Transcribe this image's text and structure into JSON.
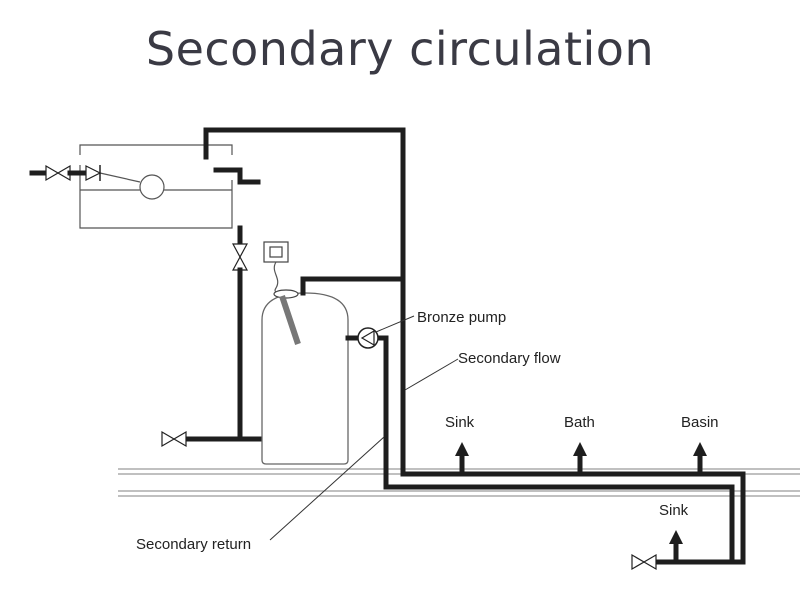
{
  "title": "Secondary circulation",
  "labels": {
    "bronze_pump": "Bronze pump",
    "secondary_flow": "Secondary flow",
    "secondary_return": "Secondary return",
    "sink_top": "Sink",
    "bath": "Bath",
    "basin": "Basin",
    "sink_bottom": "Sink"
  },
  "colors": {
    "pipe": "#1e1e1e",
    "title": "#3a3a44",
    "floor_line": "#9a9a9a"
  }
}
